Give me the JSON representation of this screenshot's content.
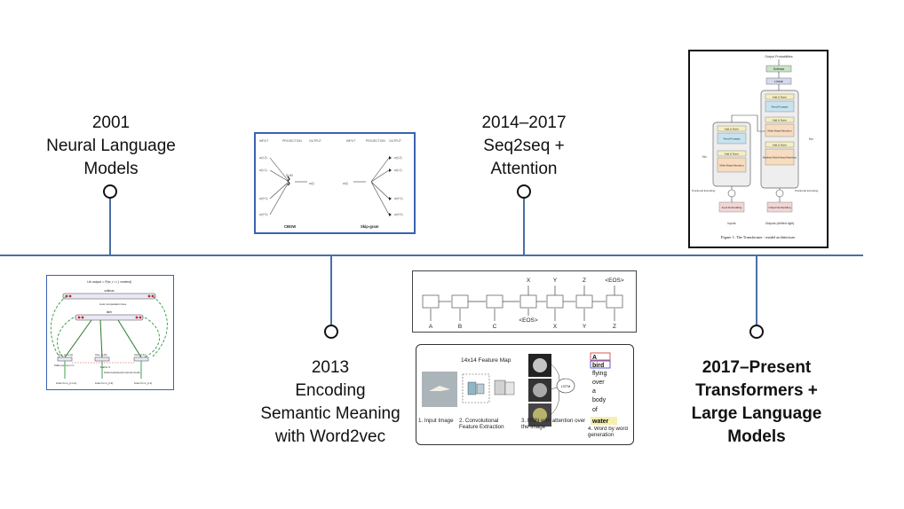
{
  "milestones": [
    {
      "lines": [
        "2001",
        "Neural Language",
        "Models"
      ]
    },
    {
      "lines": [
        "2013",
        "Encoding",
        "Semantic Meaning",
        "with Word2vec"
      ]
    },
    {
      "lines": [
        "2014–2017",
        "Seq2seq +",
        "Attention"
      ]
    },
    {
      "lines": [
        "2017–Present",
        "Transformers +",
        "Large Language",
        "Models"
      ]
    }
  ],
  "word2vec_figure": {
    "headers": [
      "INPUT",
      "PROJECTION",
      "OUTPUT",
      "INPUT",
      "PROJECTION",
      "OUTPUT"
    ],
    "left_inputs": [
      "w(t-2)",
      "w(t-1)",
      "w(t+1)",
      "w(t+2)"
    ],
    "left_middle": [
      "SUM",
      "w(t)"
    ],
    "right_input": "w(t)",
    "right_outputs": [
      "w(t-2)",
      "w(t-1)",
      "w(t+1)",
      "w(t+2)"
    ],
    "captions": [
      "CBOW",
      "Skip-gram"
    ]
  },
  "seq2seq_figure": {
    "top_tokens": [
      "X",
      "Y",
      "Z",
      "<EOS>"
    ],
    "bottom_tokens": [
      "A",
      "B",
      "C",
      "<EOS>",
      "X",
      "Y",
      "Z"
    ]
  },
  "caption_figure": {
    "feature_map_label": "14x14 Feature Map",
    "lstm_label": "LSTM",
    "steps": [
      "1. Input Image",
      "2. Convolutional Feature Extraction",
      "3. RNN with attention over the image",
      "4. Word by word generation"
    ],
    "words": [
      "A",
      "bird",
      "flying",
      "over",
      "a",
      "body",
      "of",
      "water"
    ]
  },
  "transformer_figure": {
    "output_probabilities": "Output Probabilities",
    "softmax": "Softmax",
    "linear": "Linear",
    "add_norm": "Add & Norm",
    "feed_forward": "Feed Forward",
    "multi_head_attention": "Multi-Head Attention",
    "masked_multi_head_attention": "Masked Multi-Head Attention",
    "positional_encoding": "Positional Encoding",
    "input_embedding": "Input Embedding",
    "output_embedding": "Output Embedding",
    "inputs": "Inputs",
    "outputs": "Outputs (shifted right)",
    "nx": "N×",
    "caption": "Figure 1: The Transformer - model architecture."
  },
  "nplm_figure": {
    "top_label": "i-th output = P(w_t = i | context)",
    "softmax_label": "softmax",
    "tanh_label": "tanh",
    "lookup_label": "Table look-up in C",
    "shared_label": "shared parameters across words",
    "index_labels": [
      "index for w_{t-n+1}",
      "index for w_{t-2}",
      "index for w_{t-1}"
    ],
    "c_labels": [
      "C(w_{t-n+1})",
      "C(w_{t-2})",
      "C(w_{t-1})"
    ],
    "matrix_label": "Matrix C",
    "most_computation": "most computation here"
  }
}
